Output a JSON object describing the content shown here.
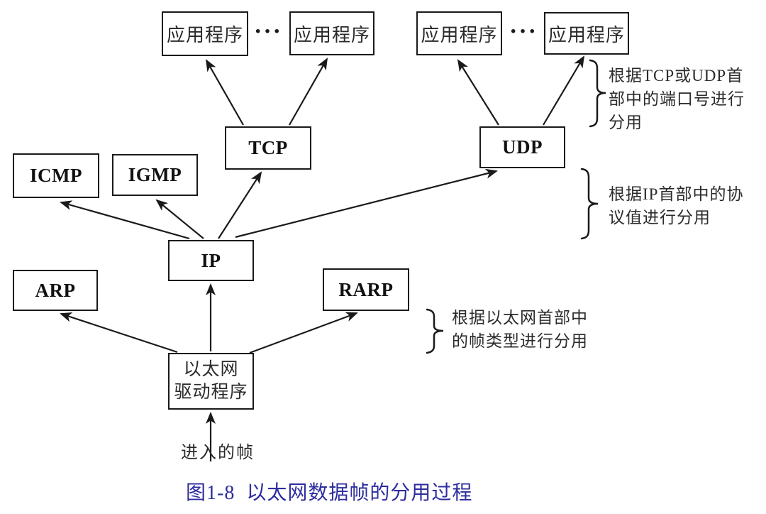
{
  "diagram": {
    "boxes": {
      "app1": "应用程序",
      "app2": "应用程序",
      "app3": "应用程序",
      "app4": "应用程序",
      "tcp": "TCP",
      "udp": "UDP",
      "icmp": "ICMP",
      "igmp": "IGMP",
      "ip": "IP",
      "arp": "ARP",
      "rarp": "RARP",
      "eth_line1": "以太网",
      "eth_line2": "驱动程序"
    },
    "ellipsis_left": "···",
    "ellipsis_right": "···",
    "incoming_frame_label": "进入的帧",
    "annotations": {
      "ports": {
        "line1": "根据TCP或UDP首",
        "line2": "部中的端口号进行",
        "line3": "分用"
      },
      "protocol": {
        "line1": "根据IP首部中的协",
        "line2": "议值进行分用"
      },
      "frame_type": {
        "line1": "根据以太网首部中",
        "line2": "的帧类型进行分用"
      }
    },
    "caption": "图1-8  以太网数据帧的分用过程",
    "colors": {
      "line": "#1a1a1a",
      "caption": "#2d2d9f",
      "text": "#2a2a2a",
      "background": "#ffffff"
    }
  }
}
